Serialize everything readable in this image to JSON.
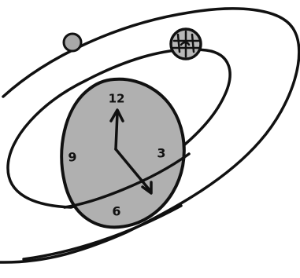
{
  "clock": {
    "numerals": {
      "twelve": "12",
      "three": "3",
      "six": "6",
      "nine": "9"
    },
    "face_color": "#b0b0b0",
    "time_shown": {
      "hour": 4,
      "minute": 0
    }
  },
  "planets": [
    {
      "name": "small-planet",
      "fill": "#a8a8a8"
    },
    {
      "name": "patterned-planet",
      "fill": "#b8b8b8"
    }
  ],
  "orbits": [
    {
      "name": "outer-orbit"
    },
    {
      "name": "inner-orbit"
    }
  ],
  "ink_color": "#111111"
}
